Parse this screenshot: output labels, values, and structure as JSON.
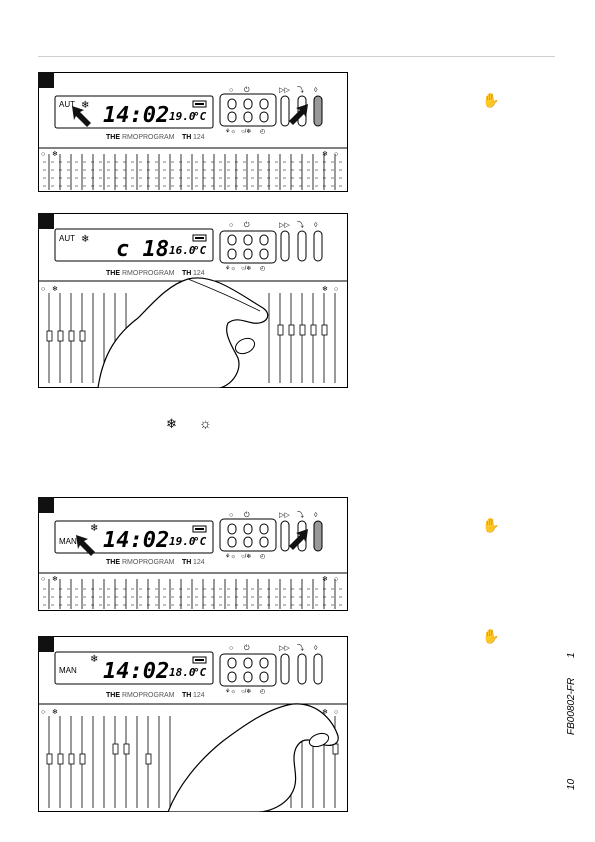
{
  "panels": [
    {
      "id": "1",
      "mode": "AUT",
      "time": "14:02",
      "temp": "19.0",
      "unit": "°C",
      "brand_a": "THE",
      "brand_b": "RMOPROGRAM",
      "brand_c": "TH",
      "brand_d": "124",
      "arrows": true,
      "hand": false
    },
    {
      "id": "2",
      "mode": "AUT",
      "time": "c 18",
      "temp": "16.0",
      "unit": "°C",
      "brand_a": "THE",
      "brand_b": "RMOPROGRAM",
      "brand_c": "TH",
      "brand_d": "124",
      "arrows": false,
      "hand": true
    },
    {
      "id": "3",
      "mode": "MAN",
      "time": "14:02",
      "temp": "19.0",
      "unit": "°C",
      "brand_a": "THE",
      "brand_b": "RMOPROGRAM",
      "brand_c": "TH",
      "brand_d": "124",
      "arrows": true,
      "hand": false
    },
    {
      "id": "4",
      "mode": "MAN",
      "time": "14:02",
      "temp": "18.0",
      "unit": "°C",
      "brand_a": "THE",
      "brand_b": "RMOPROGRAM",
      "brand_c": "TH",
      "brand_d": "124",
      "arrows": false,
      "hand": true
    }
  ],
  "legend": {
    "snow_icon": "snowflake-icon",
    "sun_icon": "sun-icon"
  },
  "margin_text": {
    "page_number": "10",
    "doc_code": "FB00802-FR",
    "edition": "1"
  }
}
